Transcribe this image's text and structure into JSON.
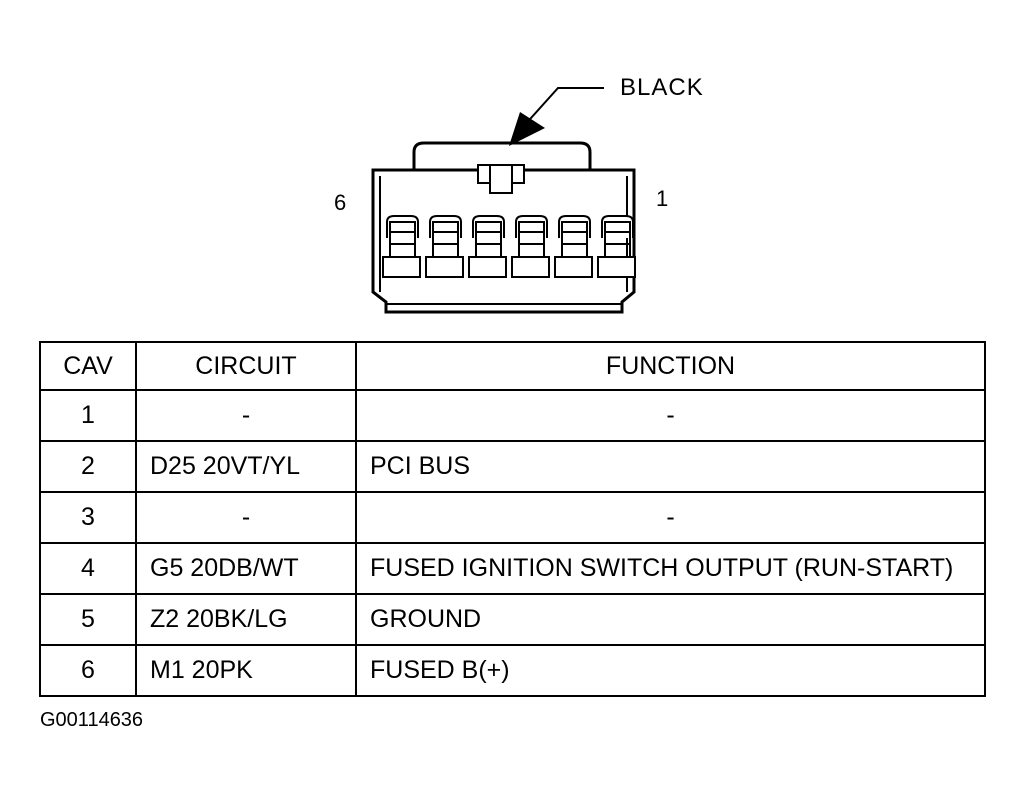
{
  "connector": {
    "color_label": "BLACK",
    "pin_left_label": "6",
    "pin_right_label": "1",
    "cavity_count": 6
  },
  "table": {
    "headers": {
      "cav": "CAV",
      "circuit": "CIRCUIT",
      "function": "FUNCTION"
    },
    "rows": [
      {
        "cav": "1",
        "circuit": "-",
        "function": "-"
      },
      {
        "cav": "2",
        "circuit": "D25 20VT/YL",
        "function": "PCI BUS"
      },
      {
        "cav": "3",
        "circuit": "-",
        "function": "-"
      },
      {
        "cav": "4",
        "circuit": "G5 20DB/WT",
        "function": "FUSED IGNITION SWITCH OUTPUT (RUN-START)"
      },
      {
        "cav": "5",
        "circuit": "Z2 20BK/LG",
        "function": "GROUND"
      },
      {
        "cav": "6",
        "circuit": "M1 20PK",
        "function": "FUSED B(+)"
      }
    ]
  },
  "figure_id": "G00114636"
}
